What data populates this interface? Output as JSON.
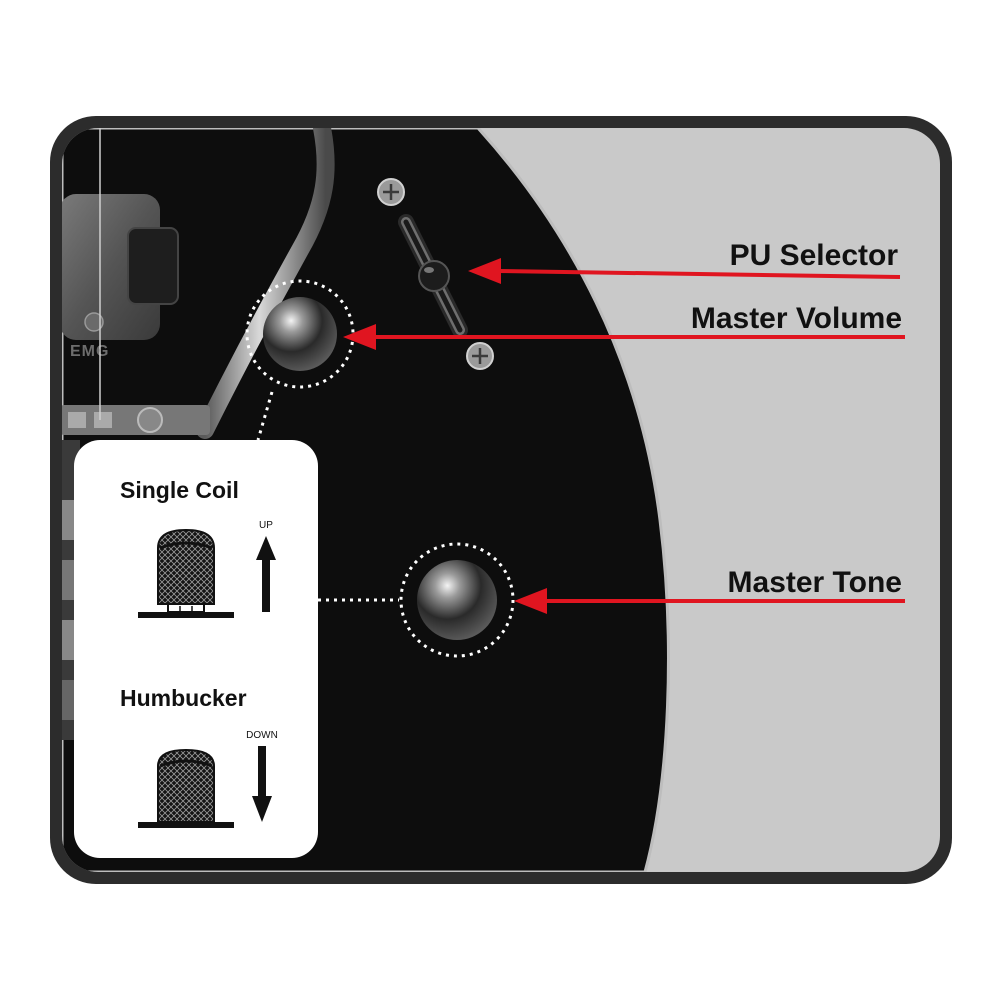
{
  "callouts": {
    "pu_selector": "PU Selector",
    "master_volume": "Master Volume",
    "master_tone": "Master Tone"
  },
  "legend": {
    "single_coil": {
      "title": "Single Coil",
      "direction": "UP"
    },
    "humbucker": {
      "title": "Humbucker",
      "direction": "DOWN"
    }
  },
  "logo_text": "EMG",
  "colors": {
    "frame": "#2c2c2c",
    "pickguard": "#0d0d0d",
    "body_right": "#c9c9c9",
    "arrow": "#e01520",
    "panel": "#ffffff",
    "chrome": "#8a8a8a"
  }
}
